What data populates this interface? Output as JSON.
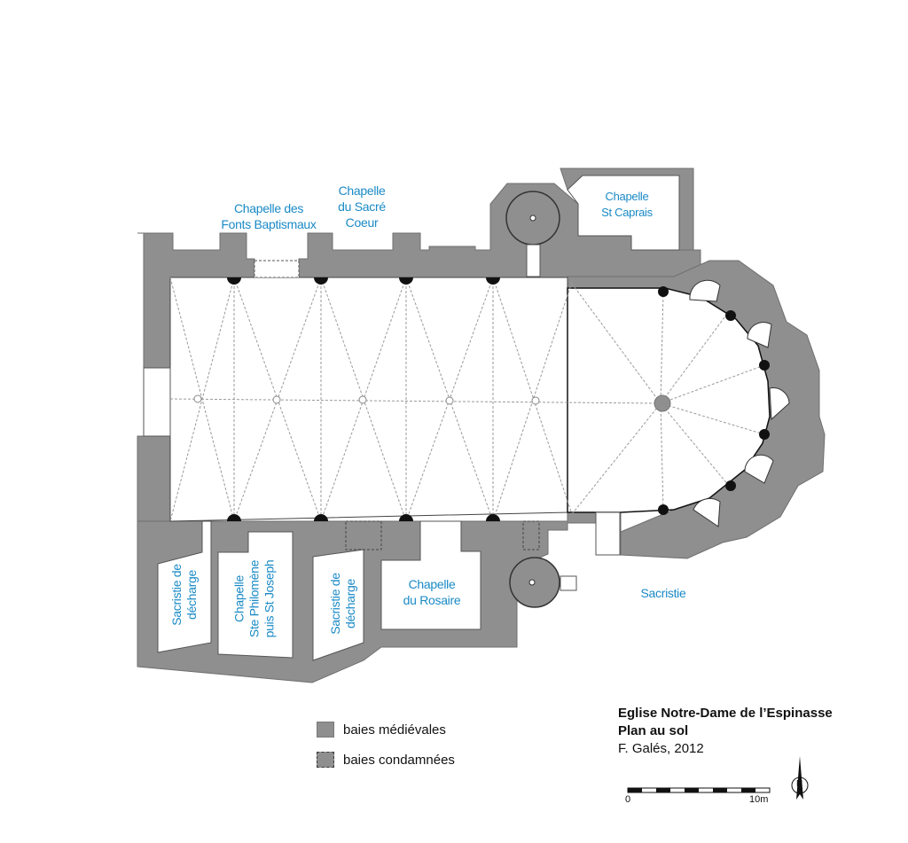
{
  "chapels": {
    "fonts_baptismaux": [
      "Chapelle des",
      "Fonts Baptismaux"
    ],
    "sacre_coeur": [
      "Chapelle",
      "du Sacré",
      "Coeur"
    ],
    "st_caprais": [
      "Chapelle",
      "St Caprais"
    ],
    "sacristie_decharge_1": [
      "Sacristie de",
      "décharge"
    ],
    "ste_philomene": [
      "Chapelle",
      "Ste Philomène",
      "puis St Joseph"
    ],
    "sacristie_decharge_2": [
      "Sacristie de",
      "décharge"
    ],
    "rosaire": [
      "Chapelle",
      "du Rosaire"
    ],
    "sacristie": "Sacristie"
  },
  "legend": {
    "medieval": "baies médiévales",
    "condemned": "baies condamnées"
  },
  "title": {
    "line1": "Eglise Notre-Dame de l’Espinasse",
    "line2": "Plan au sol",
    "line3": "F. Galés, 2012"
  },
  "scale": {
    "start": "0",
    "end": "10m"
  },
  "north": "N",
  "colors": {
    "wall": "#8f8f8f",
    "label": "#1a8ac6"
  }
}
